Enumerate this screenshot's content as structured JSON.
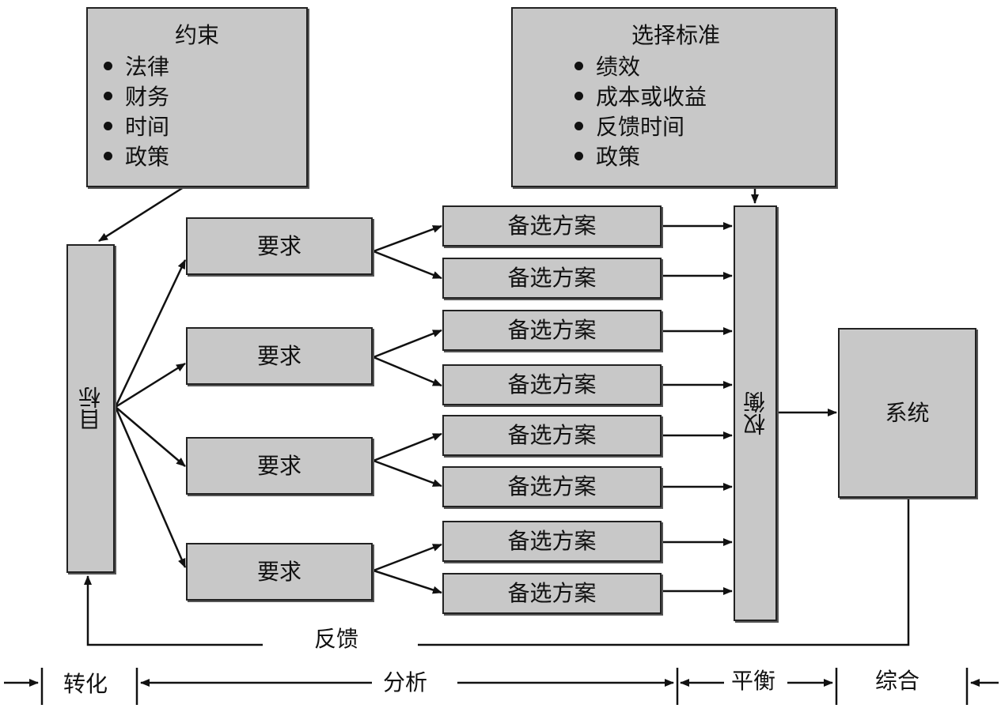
{
  "constraints": {
    "title": "约束",
    "items": [
      "法律",
      "财务",
      "时间",
      "政策"
    ]
  },
  "criteria": {
    "title": "选择标准",
    "items": [
      "绩效",
      "成本或收益",
      "反馈时间",
      "政策"
    ]
  },
  "goal": "目标",
  "requirements": [
    "要求",
    "要求",
    "要求",
    "要求"
  ],
  "alternatives": [
    "备选方案",
    "备选方案",
    "备选方案",
    "备选方案",
    "备选方案",
    "备选方案",
    "备选方案",
    "备选方案"
  ],
  "tradeoff": "权衡",
  "system": "系统",
  "feedback": "反馈",
  "phases": {
    "transform": "转化",
    "analysis": "分析",
    "balance": "平衡",
    "synthesis": "综合"
  }
}
